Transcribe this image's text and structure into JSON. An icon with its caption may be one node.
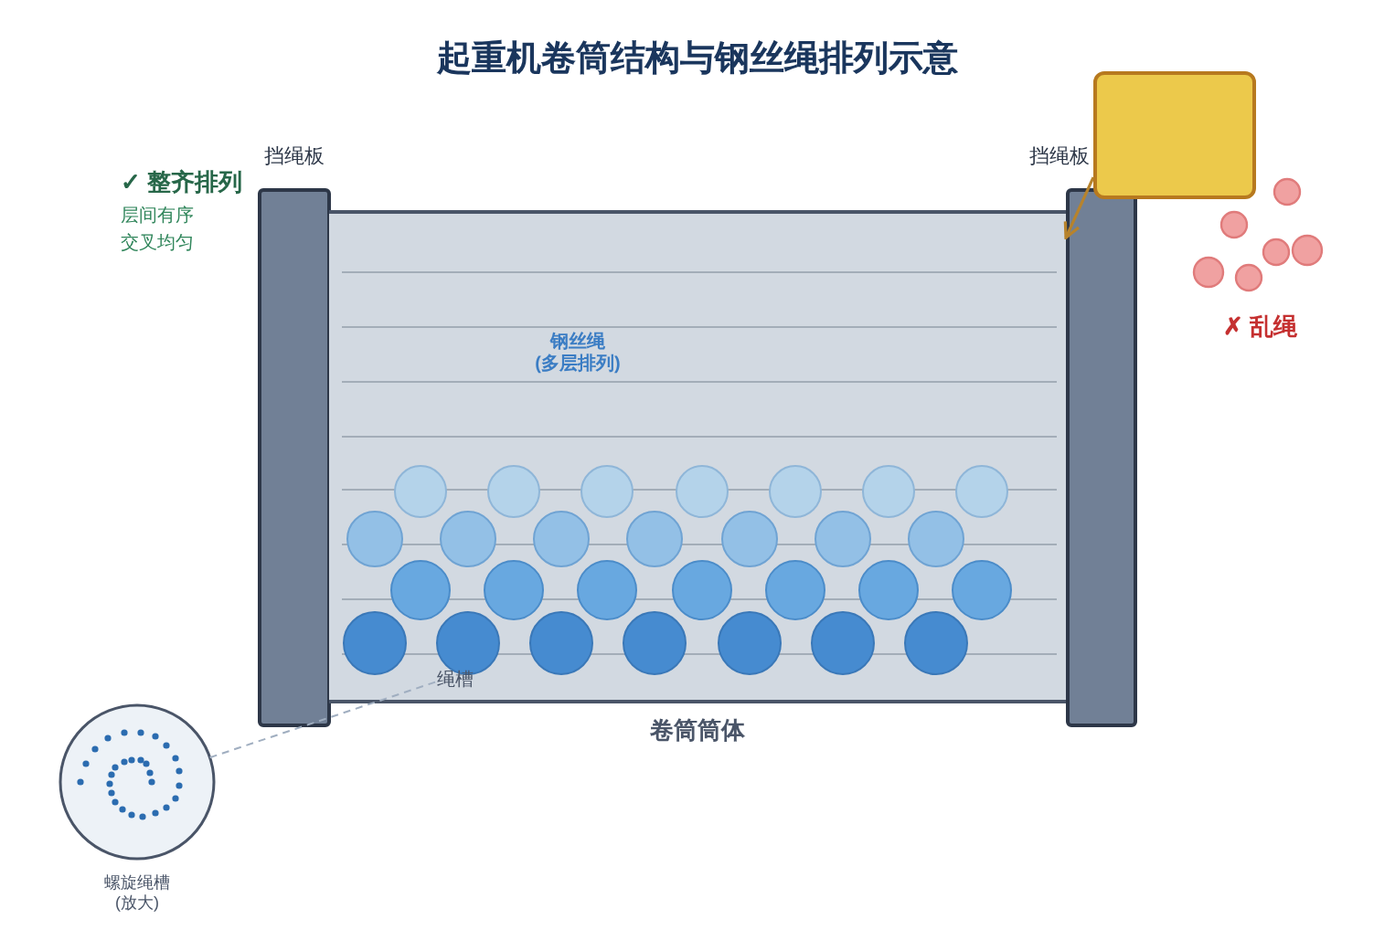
{
  "diagram": {
    "title": "起重机卷筒结构与钢丝绳排列示意",
    "nodes": [
      {
        "text": [
          "挡绳板"
        ]
      },
      {
        "text": [],
        "shape": "box"
      },
      {
        "text": [
          "挡绳板"
        ]
      },
      {
        "text": [
          "卷筒筒体"
        ]
      },
      {
        "text": [
          "绳槽"
        ],
        "in": 3
      },
      {
        "text": [
          "螺旋绳槽 (放大)"
        ]
      }
    ],
    "edges": [
      {
        "from": 5,
        "to": 4,
        "arrow": "none",
        "style": "dashed",
        "color": "#a0aec0"
      },
      {
        "from": 1,
        "to": 2,
        "arrow": "to",
        "color": "#b7832c"
      }
    ],
    "labels": [
      "✓ 整齐排列",
      "层间有序",
      "交叉均匀",
      "钢丝绳 (多层排列)",
      "✗ 乱绳"
    ]
  }
}
